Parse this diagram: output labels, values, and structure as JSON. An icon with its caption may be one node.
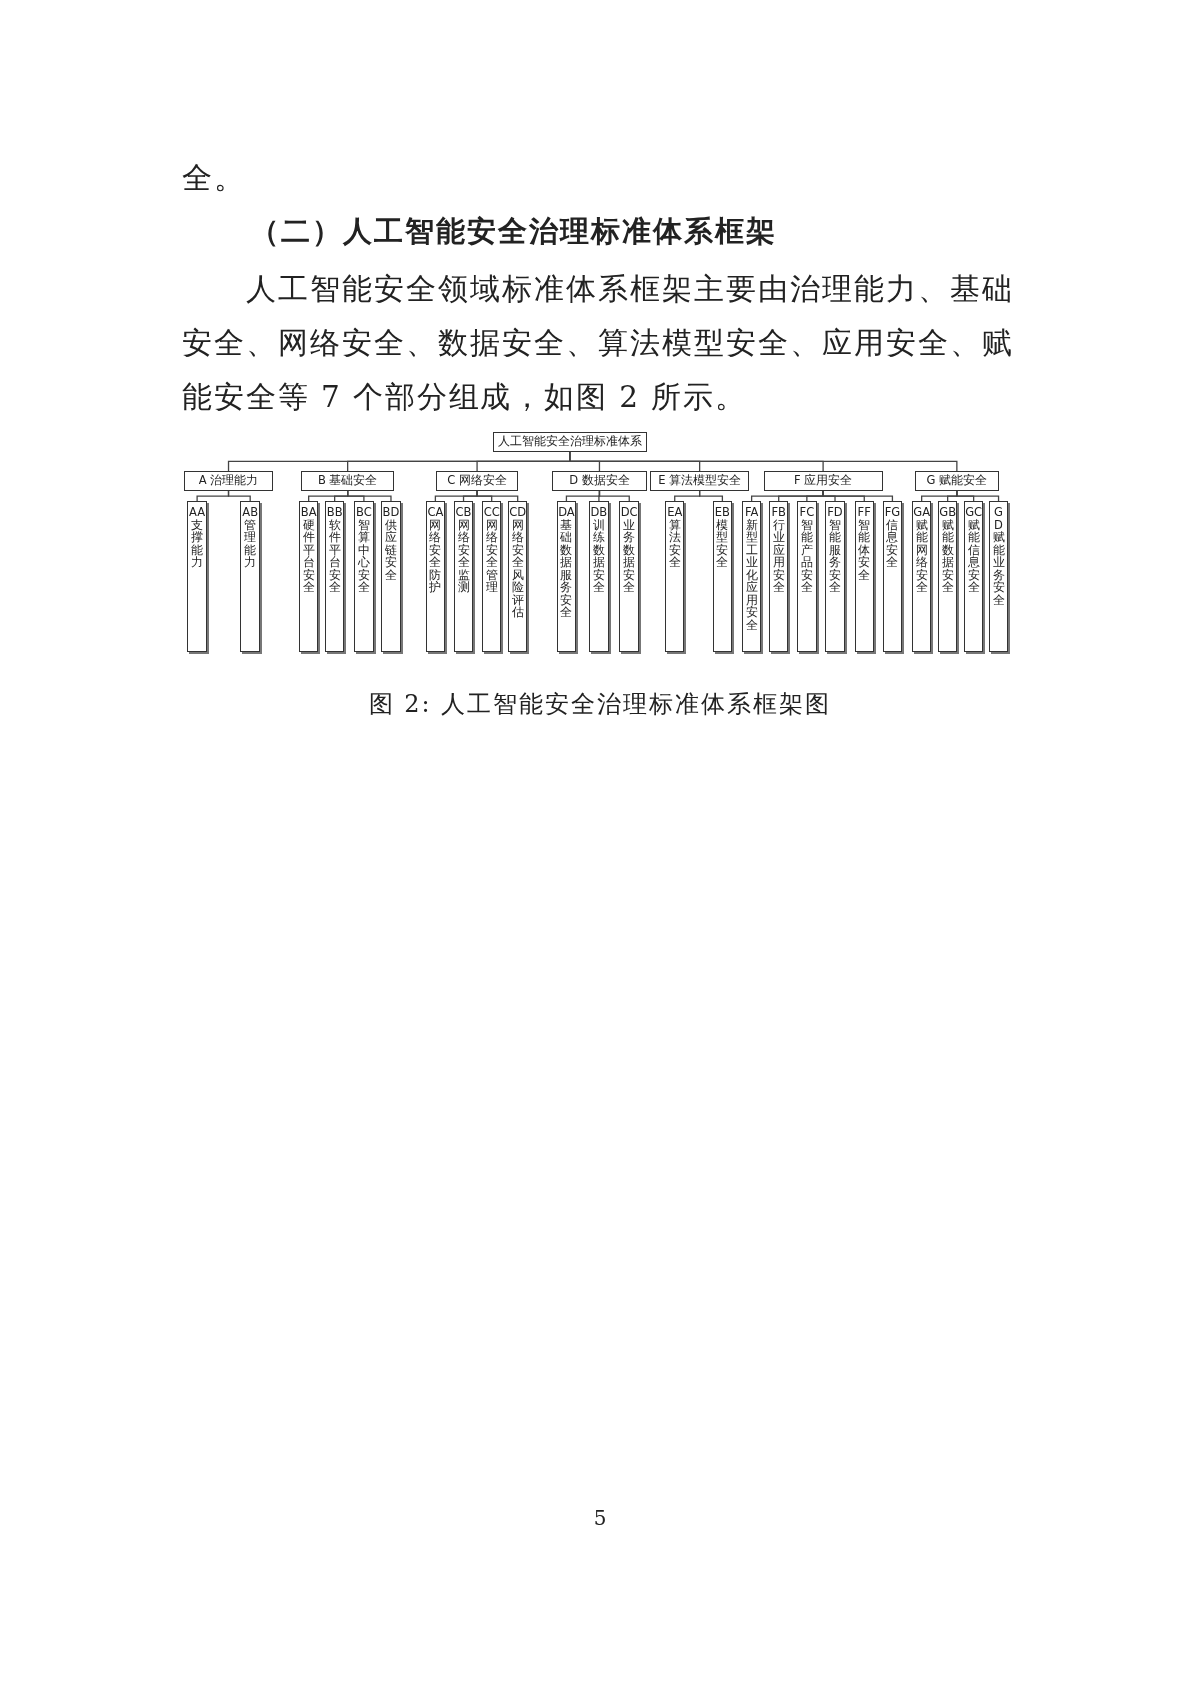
{
  "diagram": {
    "caption": "图 2: 人工智能安全治理标准体系框架图",
    "nodes": [
      {
        "text": [
          "人工智能安全治理标准体系"
        ]
      },
      {
        "text": [
          "A 治理能力"
        ]
      },
      {
        "text": [
          "B 基础安全"
        ]
      },
      {
        "text": [
          "C 网络安全"
        ]
      },
      {
        "text": [
          "D 数据安全"
        ]
      },
      {
        "text": [
          "E 算法模型安全"
        ]
      },
      {
        "text": [
          "F 应用安全"
        ]
      },
      {
        "text": [
          "G 赋能安全"
        ]
      },
      {
        "text": [
          "AA 支撑能力"
        ]
      },
      {
        "text": [
          "AB 管理能力"
        ]
      },
      {
        "text": [
          "BA 硬件平台安全"
        ]
      },
      {
        "text": [
          "BB 软件平台安全"
        ]
      },
      {
        "text": [
          "BC 智算中心安全"
        ]
      },
      {
        "text": [
          "BD 供应链安全"
        ]
      },
      {
        "text": [
          "CA 网络安全防护"
        ]
      },
      {
        "text": [
          "CB 网络安全监测"
        ]
      },
      {
        "text": [
          "CC 网络安全管理"
        ]
      },
      {
        "text": [
          "CD 网络安全风险评估"
        ]
      },
      {
        "text": [
          "DA 基础数据服务安全"
        ]
      },
      {
        "text": [
          "DB 训练数据安全"
        ]
      },
      {
        "text": [
          "DC 业务数据安全"
        ]
      },
      {
        "text": [
          "EA 算法安全"
        ]
      },
      {
        "text": [
          "EB 模型安全"
        ]
      },
      {
        "text": [
          "FA 新型工业化应用安全"
        ]
      },
      {
        "text": [
          "FB 行业应用安全"
        ]
      },
      {
        "text": [
          "FC 智能产品安全"
        ]
      },
      {
        "text": [
          "FD 智能服务安全"
        ]
      },
      {
        "text": [
          "FF 智能体安全"
        ]
      },
      {
        "text": [
          "FG 信息安全"
        ]
      },
      {
        "text": [
          "GA 赋能网络安全"
        ]
      },
      {
        "text": [
          "GB 赋能数据安全"
        ]
      },
      {
        "text": [
          "GC 赋能信息安全"
        ]
      },
      {
        "text": [
          "GD 赋能业务安全"
        ]
      }
    ],
    "edges": [
      {
        "from": 0,
        "to": 1,
        "arrow": "none"
      },
      {
        "from": 0,
        "to": 2,
        "arrow": "none"
      },
      {
        "from": 0,
        "to": 3,
        "arrow": "none"
      },
      {
        "from": 0,
        "to": 4,
        "arrow": "none"
      },
      {
        "from": 0,
        "to": 5,
        "arrow": "none"
      },
      {
        "from": 0,
        "to": 6,
        "arrow": "none"
      },
      {
        "from": 0,
        "to": 7,
        "arrow": "none"
      },
      {
        "from": 1,
        "to": 8,
        "arrow": "none"
      },
      {
        "from": 1,
        "to": 9,
        "arrow": "none"
      },
      {
        "from": 2,
        "to": 10,
        "arrow": "none"
      },
      {
        "from": 2,
        "to": 11,
        "arrow": "none"
      },
      {
        "from": 2,
        "to": 12,
        "arrow": "none"
      },
      {
        "from": 2,
        "to": 13,
        "arrow": "none"
      },
      {
        "from": 3,
        "to": 14,
        "arrow": "none"
      },
      {
        "from": 3,
        "to": 15,
        "arrow": "none"
      },
      {
        "from": 3,
        "to": 16,
        "arrow": "none"
      },
      {
        "from": 3,
        "to": 17,
        "arrow": "none"
      },
      {
        "from": 4,
        "to": 18,
        "arrow": "none"
      },
      {
        "from": 4,
        "to": 19,
        "arrow": "none"
      },
      {
        "from": 4,
        "to": 20,
        "arrow": "none"
      },
      {
        "from": 5,
        "to": 21,
        "arrow": "none"
      },
      {
        "from": 5,
        "to": 22,
        "arrow": "none"
      },
      {
        "from": 6,
        "to": 23,
        "arrow": "none"
      },
      {
        "from": 6,
        "to": 24,
        "arrow": "none"
      },
      {
        "from": 6,
        "to": 25,
        "arrow": "none"
      },
      {
        "from": 6,
        "to": 26,
        "arrow": "none"
      },
      {
        "from": 6,
        "to": 27,
        "arrow": "none"
      },
      {
        "from": 6,
        "to": 28,
        "arrow": "none"
      },
      {
        "from": 7,
        "to": 29,
        "arrow": "none"
      },
      {
        "from": 7,
        "to": 30,
        "arrow": "none"
      },
      {
        "from": 7,
        "to": 31,
        "arrow": "none"
      },
      {
        "from": 7,
        "to": 32,
        "arrow": "none"
      }
    ],
    "labels": [
      "全。",
      "（二）人工智能安全治理标准体系框架",
      "人工智能安全领域标准体系框架主要由治理能力、基础安全、网络安全、数据安全、算法模型安全、应用安全、赋能安全等 7 个部分组成，如图 2 所示。",
      "5"
    ]
  }
}
